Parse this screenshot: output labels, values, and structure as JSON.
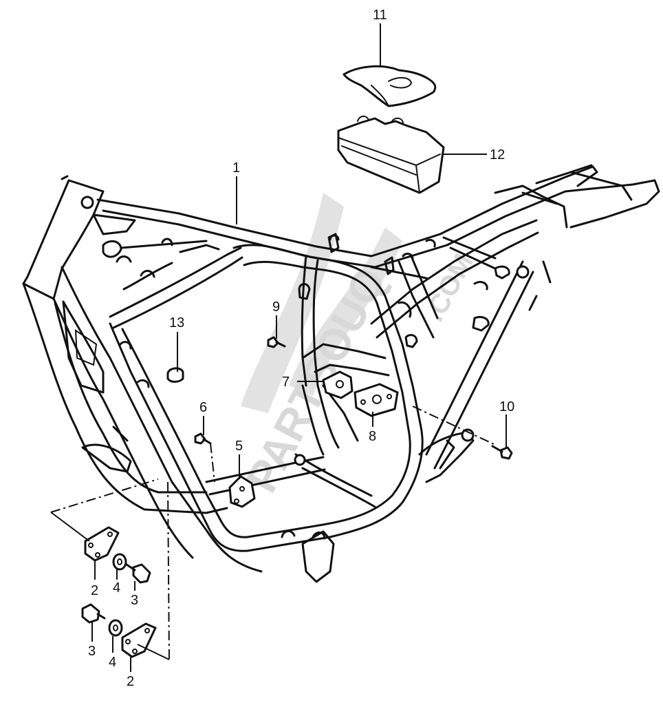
{
  "watermark": {
    "text": "PARTSOUQ",
    "suffix": ".COM",
    "color": "#d8d8d8"
  },
  "callouts": [
    {
      "id": "frame",
      "number": "1"
    },
    {
      "id": "engine-mount-bracket-left-upper",
      "number": "2"
    },
    {
      "id": "engine-mount-bracket-left-lower",
      "number": "2"
    },
    {
      "id": "bolt-upper",
      "number": "3"
    },
    {
      "id": "bolt-lower",
      "number": "3"
    },
    {
      "id": "washer-upper",
      "number": "4"
    },
    {
      "id": "washer-lower",
      "number": "4"
    },
    {
      "id": "mount-bracket-center",
      "number": "5"
    },
    {
      "id": "bolt-center",
      "number": "6"
    },
    {
      "id": "rear-mount-bracket",
      "number": "7"
    },
    {
      "id": "rear-mount-plate",
      "number": "8"
    },
    {
      "id": "bolt-upper-right",
      "number": "9"
    },
    {
      "id": "bolt-rear",
      "number": "10"
    },
    {
      "id": "cover",
      "number": "11"
    },
    {
      "id": "tool-box",
      "number": "12"
    },
    {
      "id": "plug",
      "number": "13"
    }
  ]
}
